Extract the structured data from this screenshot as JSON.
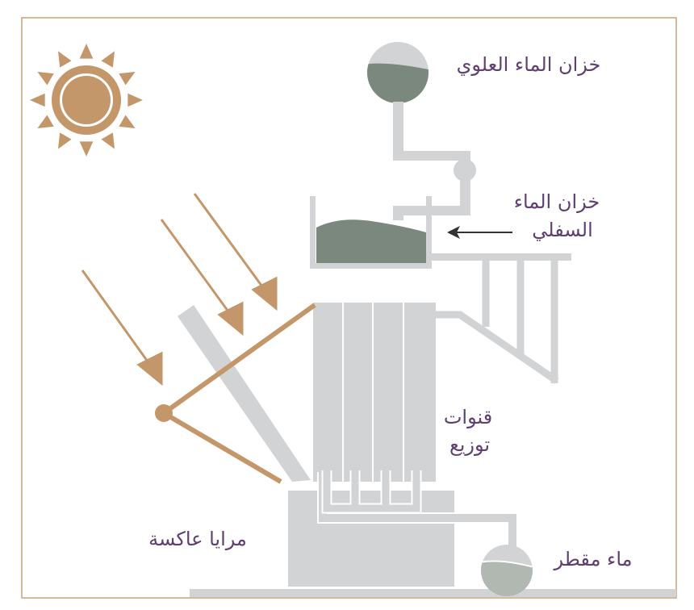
{
  "labels": {
    "upper_tank": "خزان الماء العلوي",
    "lower_tank_line1": "خزان الماء",
    "lower_tank_line2": "السفلي",
    "channels_line1": "قنوات",
    "channels_line2": "توزيع",
    "mirrors": "مرايا عاكسة",
    "distilled_water": "ماء مقطر"
  },
  "colors": {
    "gray": "#d1d3d4",
    "water": "#7a887d",
    "distilled": "#b1b7b1",
    "sun": "#c4976a",
    "text": "#5e3f6f",
    "frame": "#c8a27a"
  }
}
